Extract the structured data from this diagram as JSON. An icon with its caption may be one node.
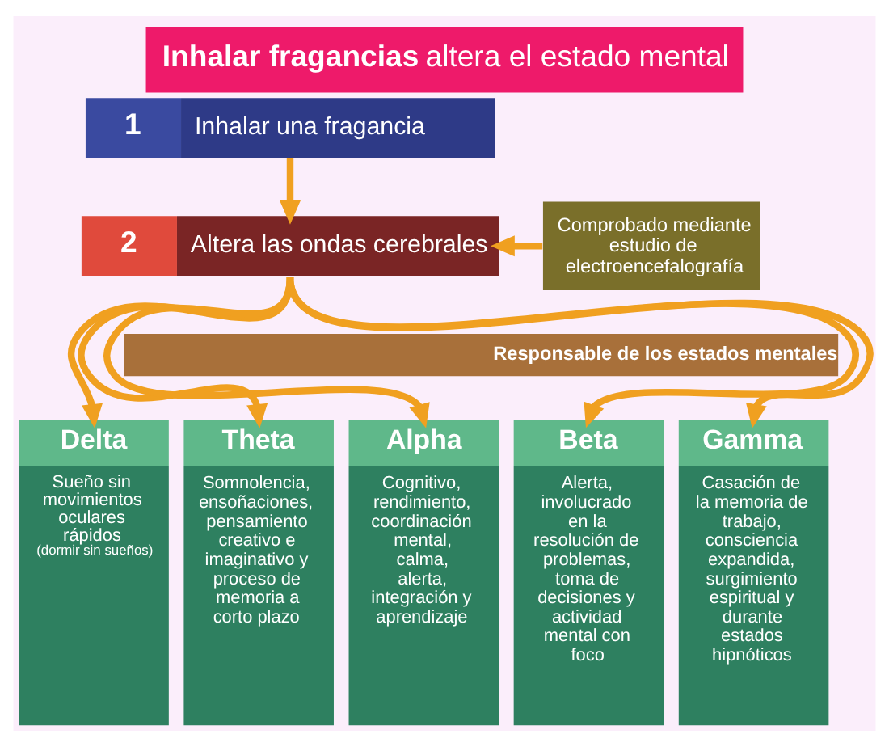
{
  "diagram": {
    "title": "**Inhalar fragancias** altera el estado mental",
    "nodes": [
      {
        "text": [
          "1",
          "Inhalar una fragancia"
        ]
      },
      {
        "text": [
          "2",
          "Altera las ondas cerebrales"
        ]
      },
      {
        "text": [
          "Comprobado mediante estudio de electroencefalografía"
        ]
      },
      {
        "text": [
          "Responsable de los estados mentales"
        ]
      },
      {
        "text": [
          "Delta",
          "Sueño sin movimientos oculares rápidos",
          "(dormir sin sueños)"
        ]
      },
      {
        "text": [
          "Theta",
          "Somnolencia, ensoñaciones, pensamiento creativo e imaginativo y proceso de memoria a corto plazo"
        ]
      },
      {
        "text": [
          "Alpha",
          "Cognitivo, rendimiento, coordinación mental, calma, alerta, integración y aprendizaje"
        ]
      },
      {
        "text": [
          "Beta",
          "Alerta, involucrado en la resolución de problemas, toma de decisiones y actividad mental con foco"
        ]
      },
      {
        "text": [
          "Gamma",
          "Casación de la memoria de trabajo, consciencia expandida, surgimiento espiritual y durante estados hipnóticos"
        ]
      }
    ],
    "edges": [
      {
        "from": 0,
        "to": 1,
        "arrow": "to"
      },
      {
        "from": 2,
        "to": 1,
        "arrow": "to"
      },
      {
        "from": 1,
        "to": 4,
        "arrow": "to"
      },
      {
        "from": 1,
        "to": 5,
        "arrow": "to"
      },
      {
        "from": 1,
        "to": 6,
        "arrow": "to"
      },
      {
        "from": 1,
        "to": 7,
        "arrow": "to"
      },
      {
        "from": 1,
        "to": 8,
        "arrow": "to"
      }
    ]
  }
}
